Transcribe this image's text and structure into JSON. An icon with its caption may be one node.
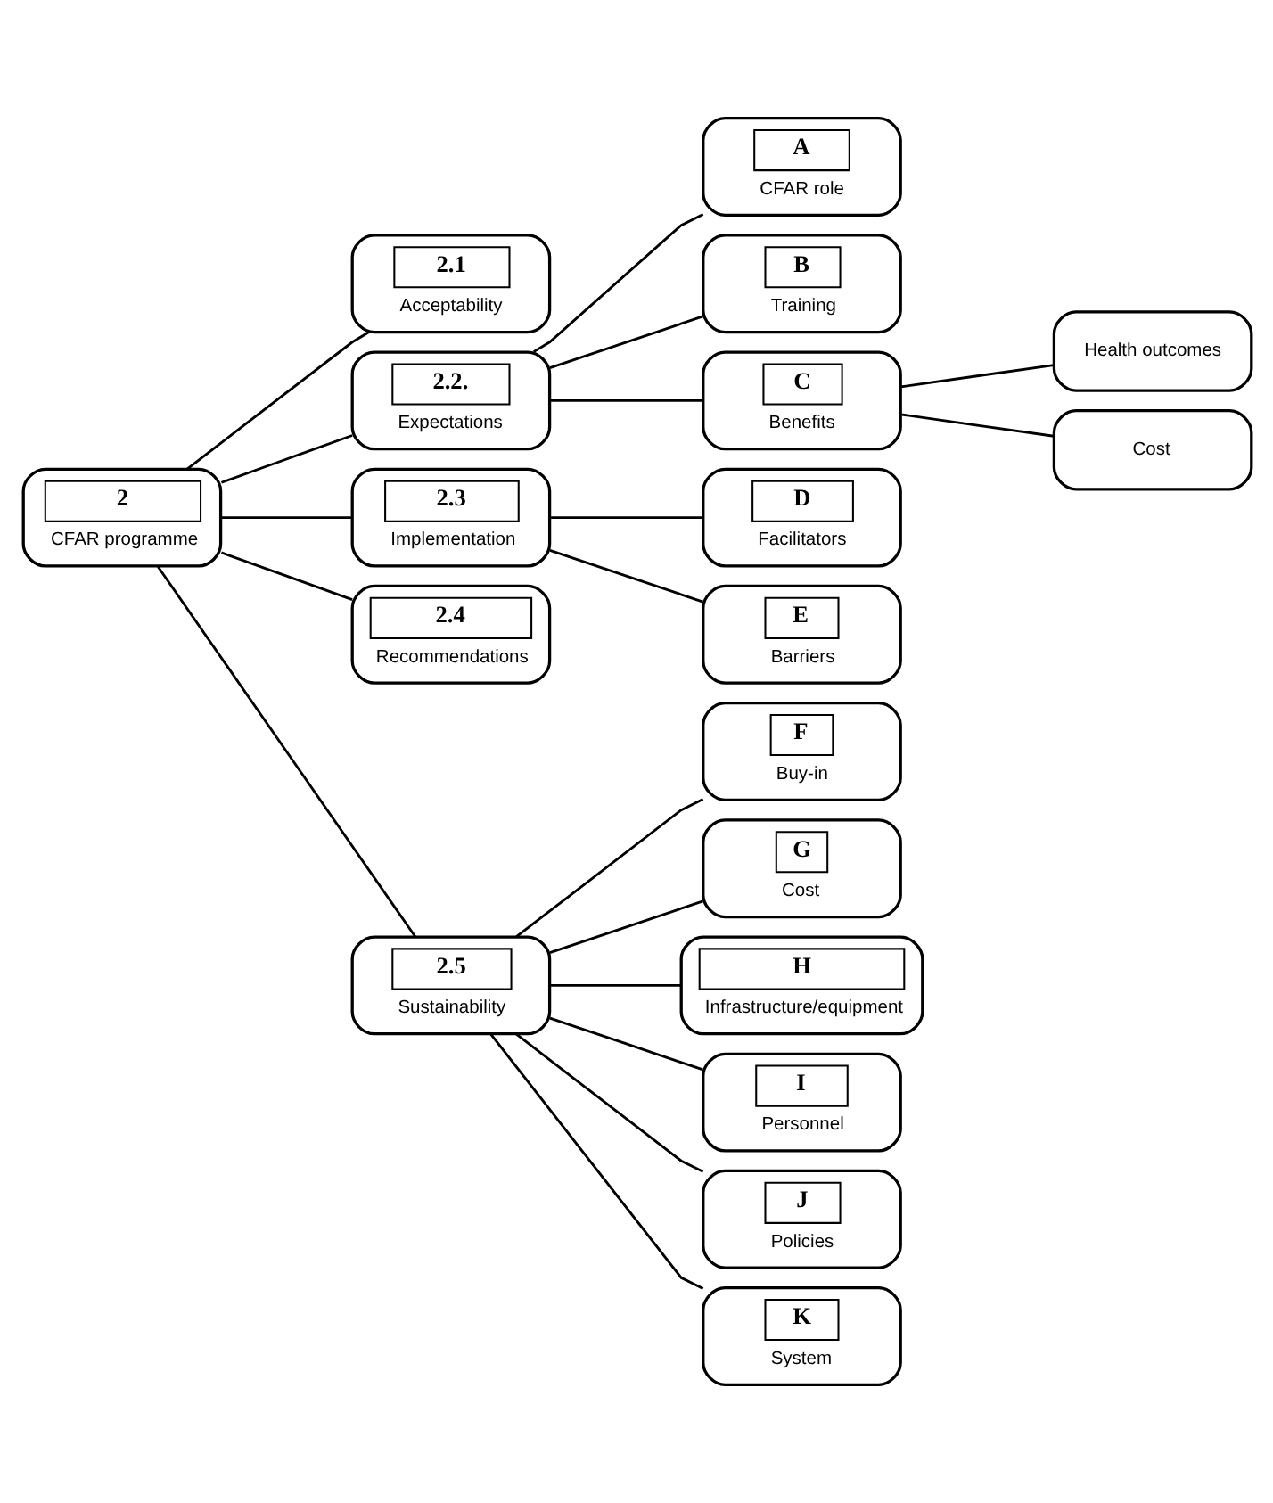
{
  "diagram": {
    "nodes": [
      {
        "text": [
          "2",
          "CFAR programme"
        ]
      },
      {
        "text": [
          "2.1",
          "Acceptability"
        ]
      },
      {
        "text": [
          "2.2.",
          "Expectations"
        ]
      },
      {
        "text": [
          "2.3",
          "Implementation"
        ]
      },
      {
        "text": [
          "2.4",
          "Recommendations"
        ]
      },
      {
        "text": [
          "2.5",
          "Sustainability"
        ]
      },
      {
        "text": [
          "A",
          "CFAR role"
        ]
      },
      {
        "text": [
          "B",
          "Training"
        ]
      },
      {
        "text": [
          "C",
          "Benefits"
        ]
      },
      {
        "text": [
          "Health outcomes"
        ]
      },
      {
        "text": [
          "Cost"
        ]
      },
      {
        "text": [
          "D",
          "Facilitators"
        ]
      },
      {
        "text": [
          "E",
          "Barriers"
        ]
      },
      {
        "text": [
          "F",
          "Buy-in"
        ]
      },
      {
        "text": [
          "G",
          "Cost"
        ]
      },
      {
        "text": [
          "H",
          "Infrastructure/equipment"
        ]
      },
      {
        "text": [
          "I",
          "Personnel"
        ]
      },
      {
        "text": [
          "J",
          "Policies"
        ]
      },
      {
        "text": [
          "K",
          "System"
        ]
      }
    ],
    "edges": [
      {
        "from": 0,
        "to": 1,
        "arrow": "none"
      },
      {
        "from": 0,
        "to": 2,
        "arrow": "none"
      },
      {
        "from": 0,
        "to": 3,
        "arrow": "none"
      },
      {
        "from": 0,
        "to": 4,
        "arrow": "none"
      },
      {
        "from": 0,
        "to": 5,
        "arrow": "none"
      },
      {
        "from": 2,
        "to": 6,
        "arrow": "none"
      },
      {
        "from": 2,
        "to": 7,
        "arrow": "none"
      },
      {
        "from": 2,
        "to": 8,
        "arrow": "none"
      },
      {
        "from": 8,
        "to": 9,
        "arrow": "none"
      },
      {
        "from": 8,
        "to": 10,
        "arrow": "none"
      },
      {
        "from": 3,
        "to": 11,
        "arrow": "none"
      },
      {
        "from": 3,
        "to": 12,
        "arrow": "none"
      },
      {
        "from": 5,
        "to": 13,
        "arrow": "none"
      },
      {
        "from": 5,
        "to": 14,
        "arrow": "none"
      },
      {
        "from": 5,
        "to": 15,
        "arrow": "none"
      },
      {
        "from": 5,
        "to": 16,
        "arrow": "none"
      },
      {
        "from": 5,
        "to": 17,
        "arrow": "none"
      },
      {
        "from": 5,
        "to": 18,
        "arrow": "none"
      }
    ]
  }
}
